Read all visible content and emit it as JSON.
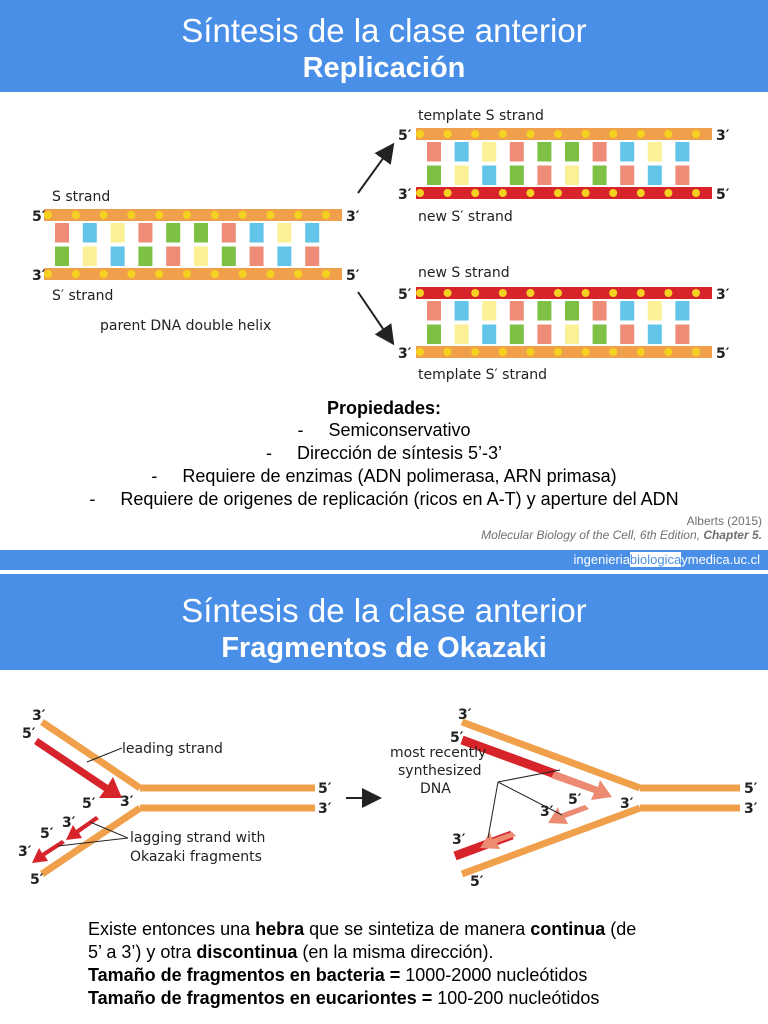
{
  "slide1": {
    "title_line1": "Síntesis de la clase anterior",
    "title_line2": "Replicación",
    "diagram": {
      "s_strand": "S strand",
      "s_prime_strand": "S′ strand",
      "parent_caption": "parent DNA double helix",
      "template_s_strand": "template S strand",
      "new_s_prime_strand": "new S′ strand",
      "new_s_strand": "new S strand",
      "template_s_prime_strand": "template S′ strand",
      "five_prime": "5′",
      "three_prime": "3′"
    },
    "properties_title": "Propiedades:",
    "properties": [
      "Semiconservativo",
      "Dirección de síntesis 5’-3’",
      "Requiere de enzimas (ADN polimerasa, ARN primasa)",
      "Requiere de origenes de replicación (ricos en A-T) y aperture del ADN"
    ],
    "bullet": "-",
    "citation_author": "Alberts (2015)",
    "citation_book": "Molecular Biology of the Cell, 6th Edition,",
    "citation_chapter": "Chapter 5.",
    "footer_url_a": "ingenieria",
    "footer_url_b": "biologica",
    "footer_url_c": "ymedica.uc.cl"
  },
  "slide2": {
    "title_line1": "Síntesis de la clase anterior",
    "title_line2": "Fragmentos de Okazaki",
    "diagram": {
      "leading_strand": "leading strand",
      "lagging_line1": "lagging strand with",
      "lagging_line2": "Okazaki fragments",
      "recent_line1": "most recently",
      "recent_line2": "synthesized",
      "recent_line3": "DNA",
      "five_prime": "5′",
      "three_prime": "3′"
    },
    "text": {
      "l1a": "Existe entonces una ",
      "l1b": "hebra",
      "l1c": " que se sintetiza de manera ",
      "l1d": "continua",
      "l1e": " (de",
      "l2a": "5’ a 3’) y otra ",
      "l2b": "discontinua",
      "l2c": " (en la misma dirección).",
      "l3a": "Tamaño de fragmentos en bacteria = ",
      "l3b": "1000-2000 nucleótidos",
      "l4a": "Tamaño de fragmentos en eucariontes = ",
      "l4b": "100-200 nucleótidos"
    }
  },
  "colors": {
    "header_blue": "#4a8fe7",
    "backbone_orange": "#f0a04b",
    "new_strand_red": "#d7242b",
    "phosphate_yellow": "#f5d21f",
    "base_pink": "#ef8c78",
    "base_blue": "#62c4e8",
    "base_green": "#7cc143",
    "base_yellow": "#fbf096",
    "fragment_pink": "#ec8a72"
  }
}
